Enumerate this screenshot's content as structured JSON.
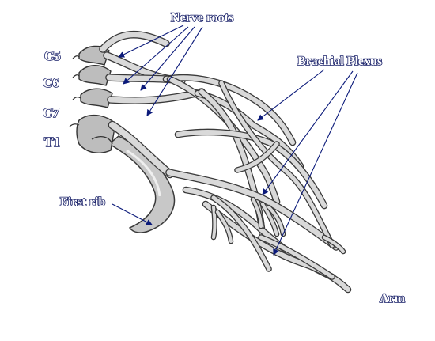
{
  "labels": {
    "nerve_roots": "Nerve roots",
    "brachial_plexus": "Brachial Plexus",
    "c5": "C5",
    "c6": "C6",
    "c7": "C7",
    "t1": "T1",
    "first_rib": "First rib",
    "arm": "Arm"
  },
  "colors": {
    "label_outline": "#141c66",
    "pointer": "#0b1a7a",
    "nerve_dark": "#3a3a3a",
    "nerve_light": "#d9d9d9",
    "rib_fill": "#c8c8c8"
  }
}
